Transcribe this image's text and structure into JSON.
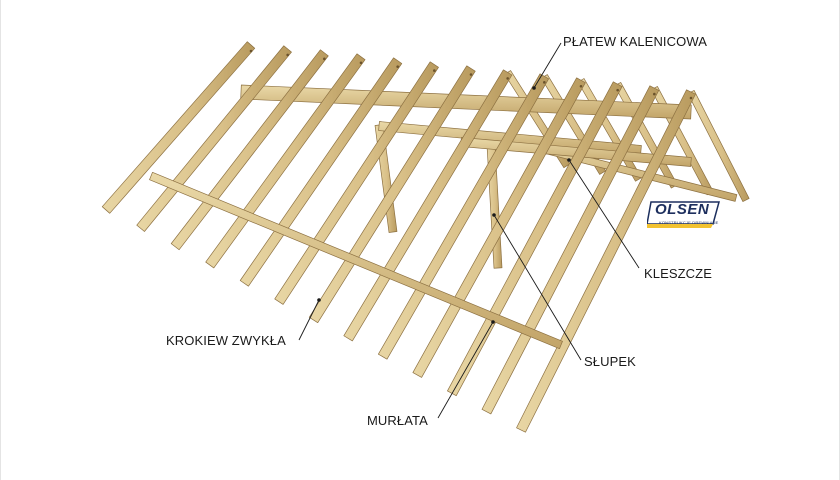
{
  "labels": {
    "ridge_purlin": "PŁATEW KALENICOWA",
    "collar_ties": "KLESZCZE",
    "common_rafter": "KROKIEW ZWYKŁA",
    "post": "SŁUPEK",
    "wall_plate": "MURŁATA"
  },
  "logo": {
    "name": "OLSEN",
    "tagline": "KONSTRUKCJE DREWNIANE"
  },
  "colors": {
    "wood_light": "#e3cf9a",
    "wood_mid": "#cdb174",
    "wood_dark": "#a98a4f",
    "logo_blue": "#1d2f5e",
    "logo_yellow": "#f2c230"
  }
}
